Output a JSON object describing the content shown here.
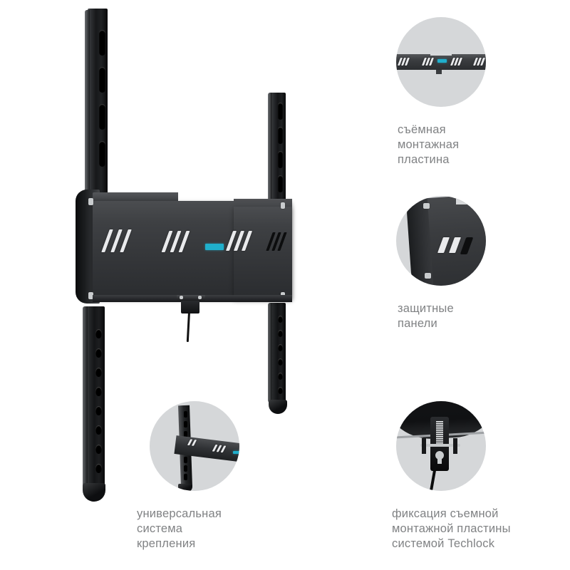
{
  "page": {
    "background_color": "#ffffff",
    "text_color": "#808284",
    "accent_color": "#1fb9d8",
    "product_color": "#2b2d30",
    "callout_circle_color": "#d5d7d9",
    "language": "ru"
  },
  "product": {
    "name": "universal-tv-wall-mount",
    "brand_chip_label": "",
    "rails": {
      "upper_left_slot_count": 4,
      "upper_right_slot_count": 5,
      "lower_left_hole_count": 8,
      "lower_right_hole_count": 9
    },
    "panel": {
      "vent_groups": 4,
      "vents_per_group": 3
    }
  },
  "callouts": [
    {
      "id": "removable-mounting-plate",
      "label": "съёмная\nмонтажная\nпластина",
      "detail": "horizontal-mounting-plate-bar",
      "position": "top-right"
    },
    {
      "id": "protective-panels",
      "label": "защитные\nпанели",
      "detail": "curved-protective-side-panel",
      "position": "middle-right"
    },
    {
      "id": "universal-mounting-system",
      "label": "универсальная\nсистема\nкрепления",
      "detail": "vertical-rail-with-crossarm",
      "position": "bottom-left"
    },
    {
      "id": "techlock-fixation",
      "label": "фиксация съемной\nмонтажной пластины\nсистемой Techlock",
      "detail": "techlock-latch-with-pull-cord",
      "position": "bottom-right"
    }
  ]
}
